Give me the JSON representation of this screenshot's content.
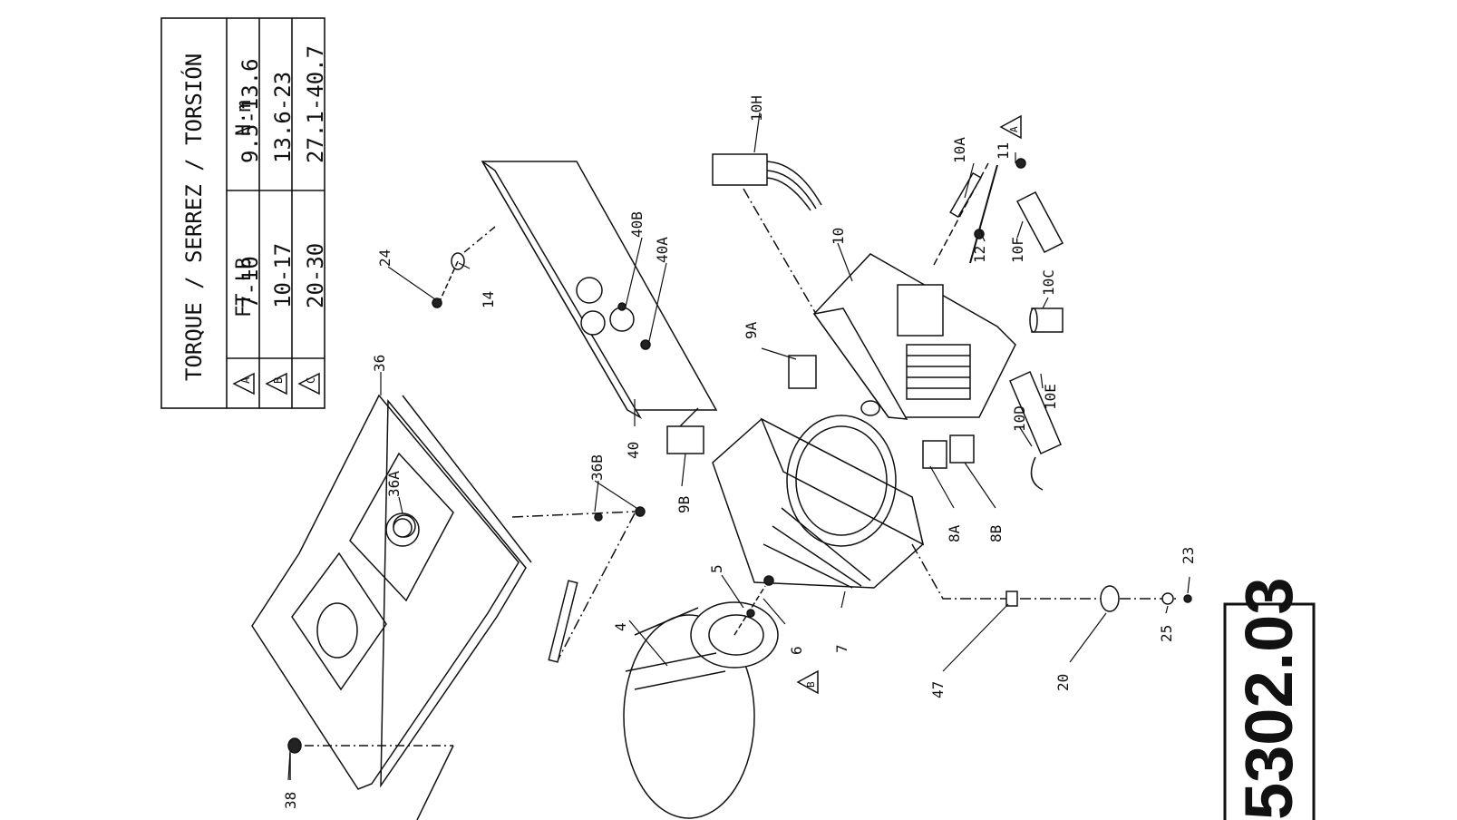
{
  "torque_table": {
    "title": "TORQUE / SERREZ / TORSIÓN",
    "col_ftlb": "FT LB",
    "col_nm": "N·m",
    "rows": [
      {
        "mark": "A",
        "ftlb": "7-10",
        "nm": "9.5-13.6"
      },
      {
        "mark": "B",
        "ftlb": "10-17",
        "nm": "13.6-23"
      },
      {
        "mark": "C",
        "ftlb": "20-30",
        "nm": "27.1-40.7"
      }
    ]
  },
  "drawing_number": "5302.03",
  "part_labels": {
    "p36": "36",
    "p36A": "36A",
    "p36B": "36B",
    "p38": "38",
    "p24": "24",
    "p14": "14",
    "p40": "40",
    "p40A": "40A",
    "p40B": "40B",
    "p9A": "9A",
    "p9B": "9B",
    "p10": "10",
    "p10A": "10A",
    "p10C": "10C",
    "p10D": "10D",
    "p10E": "10E",
    "p10F": "10F",
    "p10H": "10H",
    "p11": "11",
    "p12": "12",
    "p8A": "8A",
    "p8B": "8B",
    "p4": "4",
    "p5": "5",
    "p6": "6",
    "p7": "7",
    "p47": "47",
    "p20": "20",
    "p25": "25",
    "p23": "23"
  },
  "callout_marks": {
    "m11": "A",
    "m6": "B"
  }
}
